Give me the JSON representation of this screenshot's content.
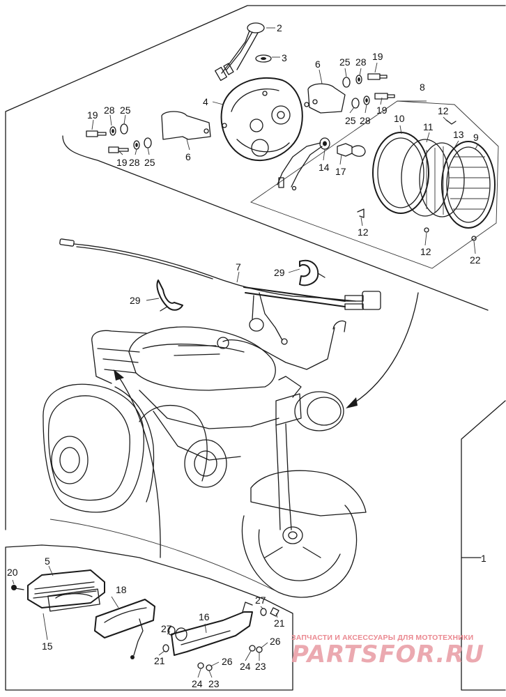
{
  "diagram": {
    "callouts": {
      "c1": "1",
      "c2": "2",
      "c3": "3",
      "c4": "4",
      "c5": "5",
      "c6a": "6",
      "c6b": "6",
      "c7": "7",
      "c8": "8",
      "c9": "9",
      "c10": "10",
      "c11": "11",
      "c12a": "12",
      "c12b": "12",
      "c12c": "12",
      "c13": "13",
      "c14": "14",
      "c15": "15",
      "c16": "16",
      "c17": "17",
      "c18": "18",
      "c19a": "19",
      "c19b": "19",
      "c19c": "19",
      "c19d": "19",
      "c20": "20",
      "c21a": "21",
      "c21b": "21",
      "c22": "22",
      "c23a": "23",
      "c23b": "23",
      "c24a": "24",
      "c24b": "24",
      "c25a": "25",
      "c25b": "25",
      "c25c": "25",
      "c25d": "25",
      "c26a": "26",
      "c26b": "26",
      "c27a": "27",
      "c27b": "27",
      "c28a": "28",
      "c28b": "28",
      "c28c": "28",
      "c28d": "28",
      "c29a": "29",
      "c29b": "29"
    }
  },
  "watermark": {
    "tagline": "ЗАПЧАСТИ И АКСЕССУАРЫ ДЛЯ МОТОТЕХНИКИ",
    "logo": "PARTSFOR.RU"
  }
}
